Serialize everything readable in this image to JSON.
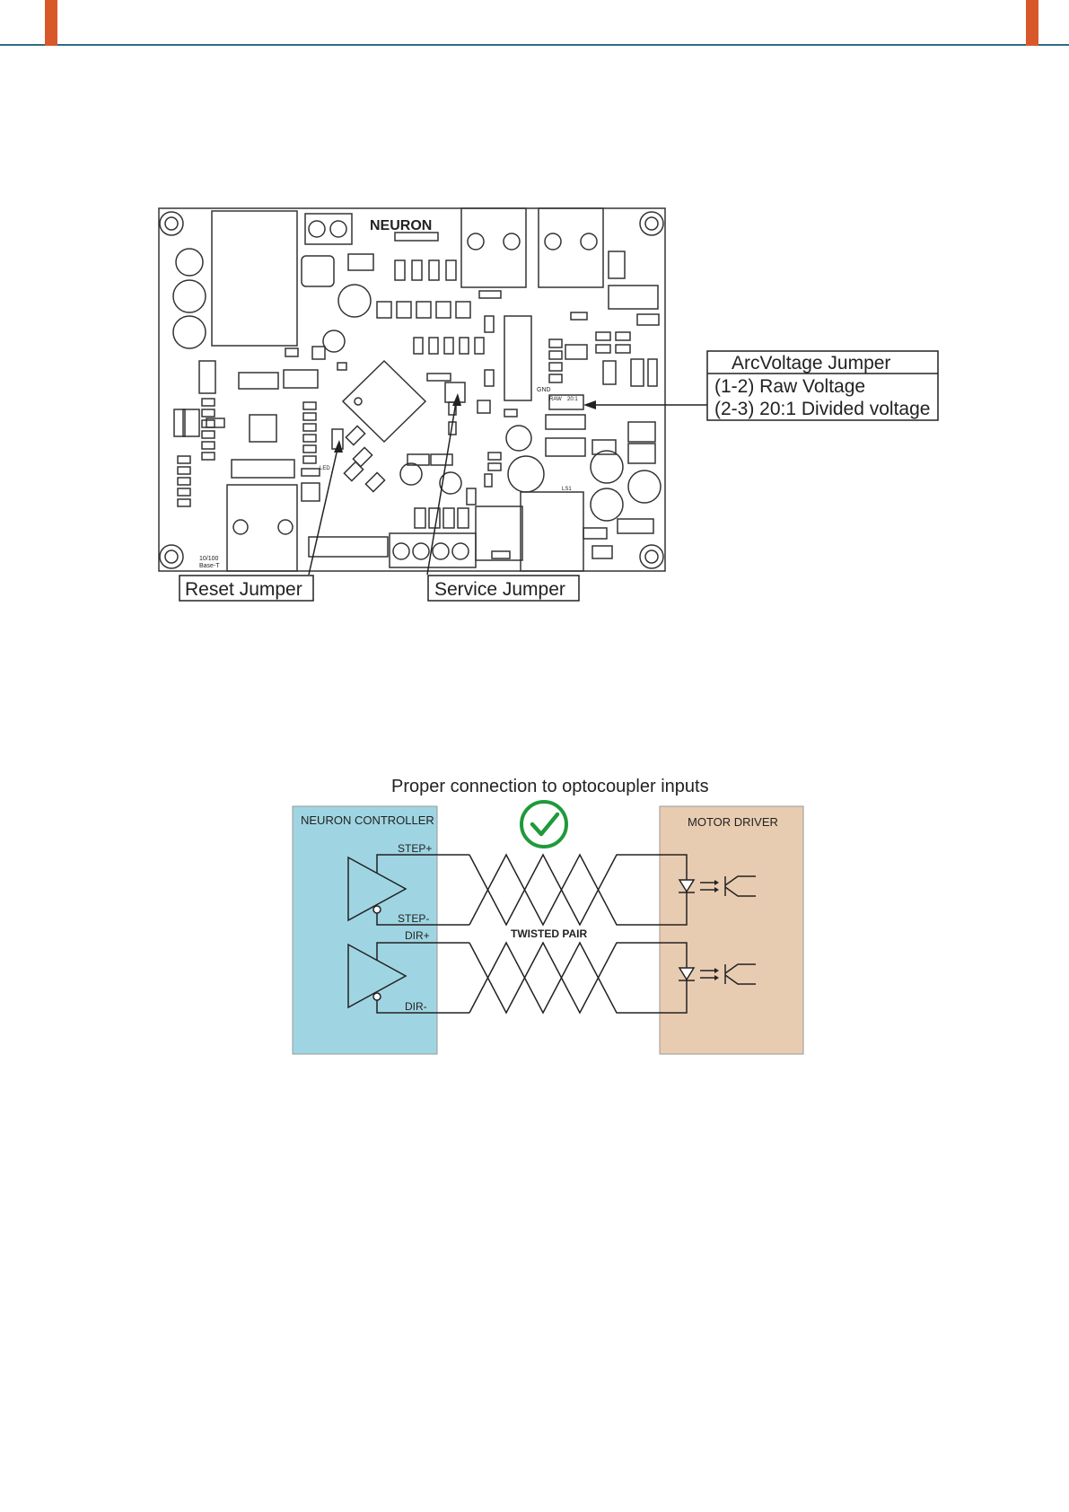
{
  "header": {
    "accent_color": "#d9582a",
    "rule_color": "#2e6b87"
  },
  "board": {
    "callouts": {
      "arc_title": "ArcVoltage Jumper",
      "arc_raw": "(1-2) Raw Voltage",
      "arc_divided": "(2-3) 20:1 Divided voltage",
      "reset": "Reset Jumper",
      "service": "Service Jumper"
    },
    "silk": {
      "logo": "NEURON",
      "eth_label_1": "10/100",
      "eth_label_2": "Base-T",
      "gnd": "GND",
      "raw": "RAW",
      "div": "20:1",
      "led": "LED",
      "ls": "LS1"
    }
  },
  "opto": {
    "title": "Proper connection to optocoupler inputs",
    "controller_label": "NEURON CONTROLLER",
    "driver_label": "MOTOR DRIVER",
    "step_plus": "STEP+",
    "step_minus": "STEP-",
    "dir_plus": "DIR+",
    "dir_minus": "DIR-",
    "twisted_pair": "TWISTED PAIR",
    "controller_color": "#9fd5e2",
    "driver_color": "#e8ccb1",
    "check_color": "#1e9a3a",
    "check_icon": "check-circle-icon"
  }
}
